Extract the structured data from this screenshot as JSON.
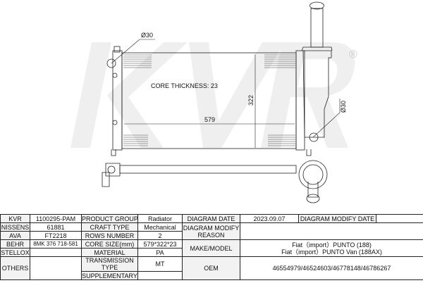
{
  "drawing": {
    "brand_watermark": "KVR",
    "registered_mark": "®",
    "core_thickness_label": "CORE THICKNESS: 23",
    "width_dim": "579",
    "height_dim": "322",
    "inlet_diameter": "Ø30",
    "outlet_diameter": "Ø30"
  },
  "table": {
    "kvr_label": "KVR",
    "kvr_value": "1100295-PAM",
    "nissens_label": "NISSENS",
    "nissens_value": "61881",
    "ava_label": "AVA",
    "ava_value": "FT2218",
    "behr_label": "BEHR",
    "behr_value": "8MK 376 718-581",
    "stellox_label": "STELLOX",
    "stellox_value": "",
    "others_label": "OTHERS",
    "others_value": "",
    "product_group_label": "PRODUCT GROUP",
    "product_group_value": "Radiator",
    "craft_type_label": "CRAFT TYPE",
    "craft_type_value": "Mechanical",
    "rows_number_label": "ROWS NUMBER",
    "rows_number_value": "2",
    "core_size_label": "CORE SIZE(mm)",
    "core_size_value": "579*322*23",
    "material_label": "MATERIAL",
    "material_value": "PA",
    "transmission_label": "TRANSMISSION TYPE",
    "transmission_value": "MT",
    "supplementary_label": "SUPPLEMENTARY",
    "supplementary_value": "",
    "diagram_date_label": "DIAGRAM DATE",
    "diagram_date_value": "2023.09.07",
    "diagram_modify_date_label": "DIAGRAM MODIFY DATE",
    "diagram_modify_date_value": "",
    "modify_reason_label": "DIAGRAM MODIFY REASON",
    "modify_reason_value": "",
    "make_model_label": "MAKE/MODEL",
    "make_model_values": [
      "Fiat（import）PUNTO (188)",
      "Fiat（import）PUNTO Van (188AX)"
    ],
    "oem_label": "OEM",
    "oem_value": "46554979/46524603/46778148/46786267"
  }
}
